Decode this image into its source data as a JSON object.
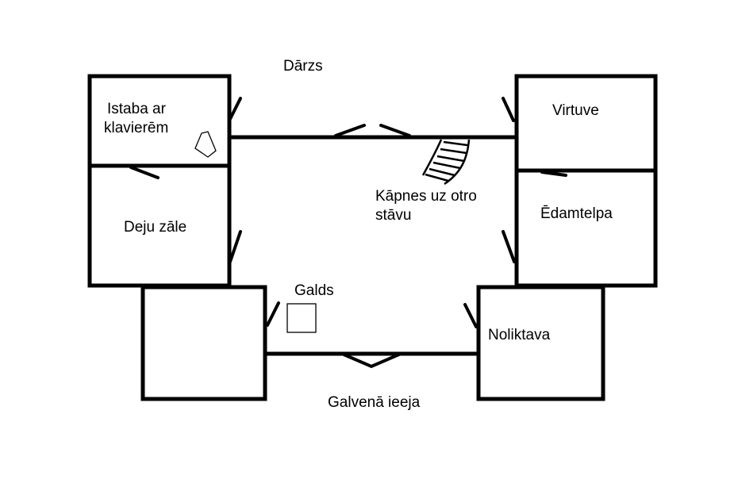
{
  "labels": {
    "garden": "Dārzs",
    "piano_room_line1": "Istaba ar",
    "piano_room_line2": "klavierēm",
    "kitchen": "Virtuve",
    "stairs_line1": "Kāpnes uz otro",
    "stairs_line2": "stāvu",
    "ballroom": "Deju zāle",
    "dining_room": "Ēdamtelpa",
    "table": "Galds",
    "storage": "Noliktava",
    "main_entrance": "Galvenā ieeja"
  }
}
